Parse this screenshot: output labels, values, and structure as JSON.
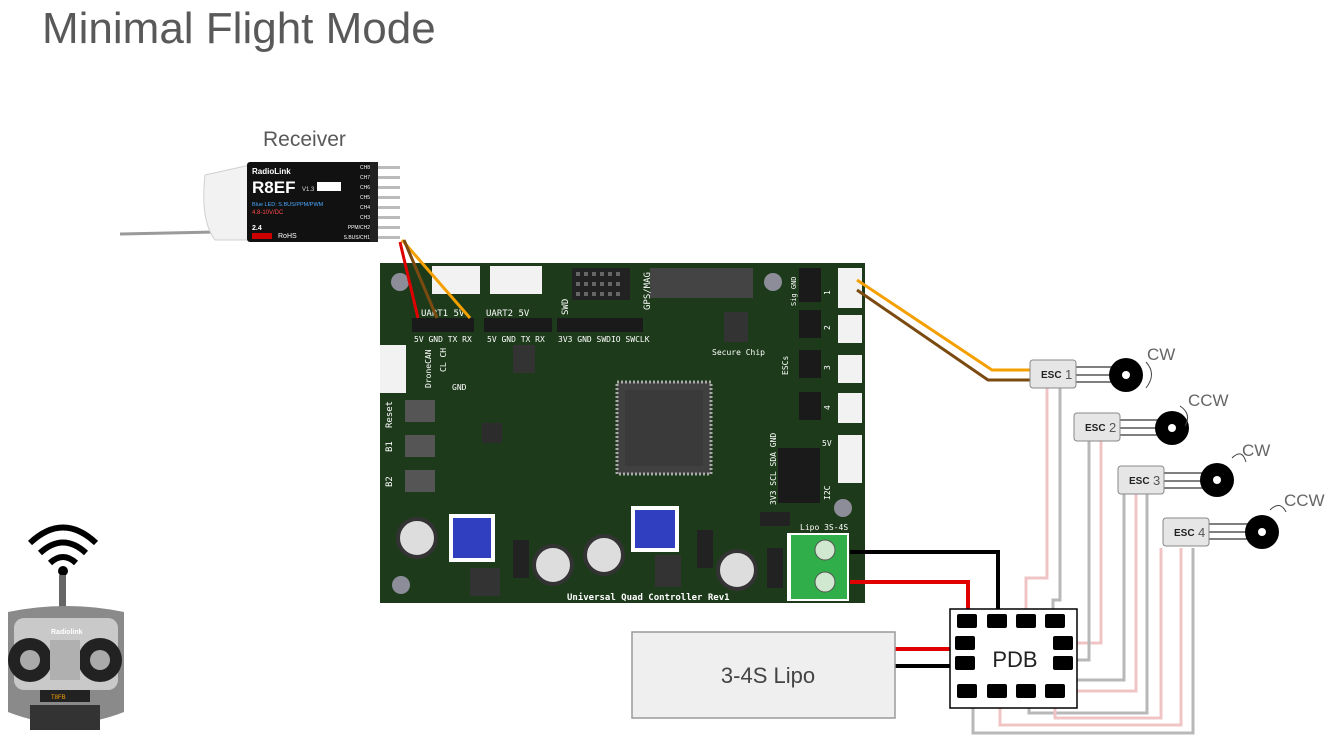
{
  "title": "Minimal Flight Mode",
  "receiver": {
    "label": "Receiver",
    "brand": "RadioLink",
    "model": "R8EF",
    "version": "V1.3",
    "line1": "Blue LED: S.BUS/PPM/PWM",
    "line2": "4.8-10V/DC",
    "channels": [
      "CH8",
      "CH7",
      "CH6",
      "CH5",
      "CH4",
      "CH3",
      "PPM/CH2",
      "S.BUS/CH1"
    ]
  },
  "board": {
    "name": "Universal Quad Controller Rev1",
    "labels": {
      "uart1": "UART1 5V",
      "uart1_pins": "5V GND TX RX",
      "uart2": "UART2 5V",
      "uart2_pins": "5V GND TX RX",
      "swd": "SWD",
      "swd_pins": "3V3 GND SWDIO SWCLK",
      "gps": "GPS/MAG",
      "secure": "Secure Chip",
      "dronecan": "DroneCAN",
      "can_pins": "CL CH",
      "gnd": "GND",
      "reset": "Reset",
      "b1": "B1",
      "b2": "B2",
      "escs": "ESCs",
      "sig_gnd": "Sig GND",
      "i2c": "I2C",
      "i2c_pins": "3V3 SCL SDA GND",
      "v5": "5V",
      "lipo": "Lipo 3S-4S",
      "esc_nums": [
        "1",
        "2",
        "3",
        "4"
      ]
    }
  },
  "escs": [
    {
      "label": "ESC",
      "num": "1",
      "dir": "CW"
    },
    {
      "label": "ESC",
      "num": "2",
      "dir": "CCW"
    },
    {
      "label": "ESC",
      "num": "3",
      "dir": "CW"
    },
    {
      "label": "ESC",
      "num": "4",
      "dir": "CCW"
    }
  ],
  "pdb": {
    "label": "PDB"
  },
  "battery": {
    "label": "3-4S Lipo"
  },
  "transmitter": {
    "brand": "Radiolink",
    "model": "T8FB"
  },
  "colors": {
    "board": "#1d3b1b",
    "wire_orange": "#f5a000",
    "wire_brown": "#7a4a10",
    "wire_red": "#e00000",
    "wire_black": "#000000",
    "wire_gray": "#b8b8b8",
    "wire_pink": "#f0c4c4",
    "esc_box": "#e6e6e6",
    "lipo_box": "#efefef",
    "terminal_green": "#2fae4a"
  }
}
